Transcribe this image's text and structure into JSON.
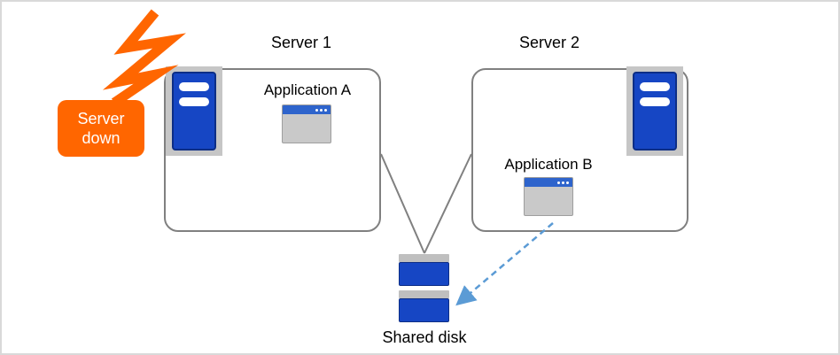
{
  "servers": [
    {
      "title": "Server 1",
      "app": "Application A"
    },
    {
      "title": "Server 2",
      "app": "Application B"
    }
  ],
  "disk": {
    "label": "Shared disk"
  },
  "alert": {
    "line1": "Server",
    "line2": "down"
  },
  "colors": {
    "alert_orange": "#ff6600",
    "tower_blue": "#1646c4",
    "tower_blue_border": "#0d2e86",
    "window_titlebar_blue": "#2e64cc",
    "icon_gray": "#bfbfbf",
    "connector_gray": "#808080",
    "dashed_arrow_blue": "#5b9bd5",
    "box_border_gray": "#808080"
  }
}
